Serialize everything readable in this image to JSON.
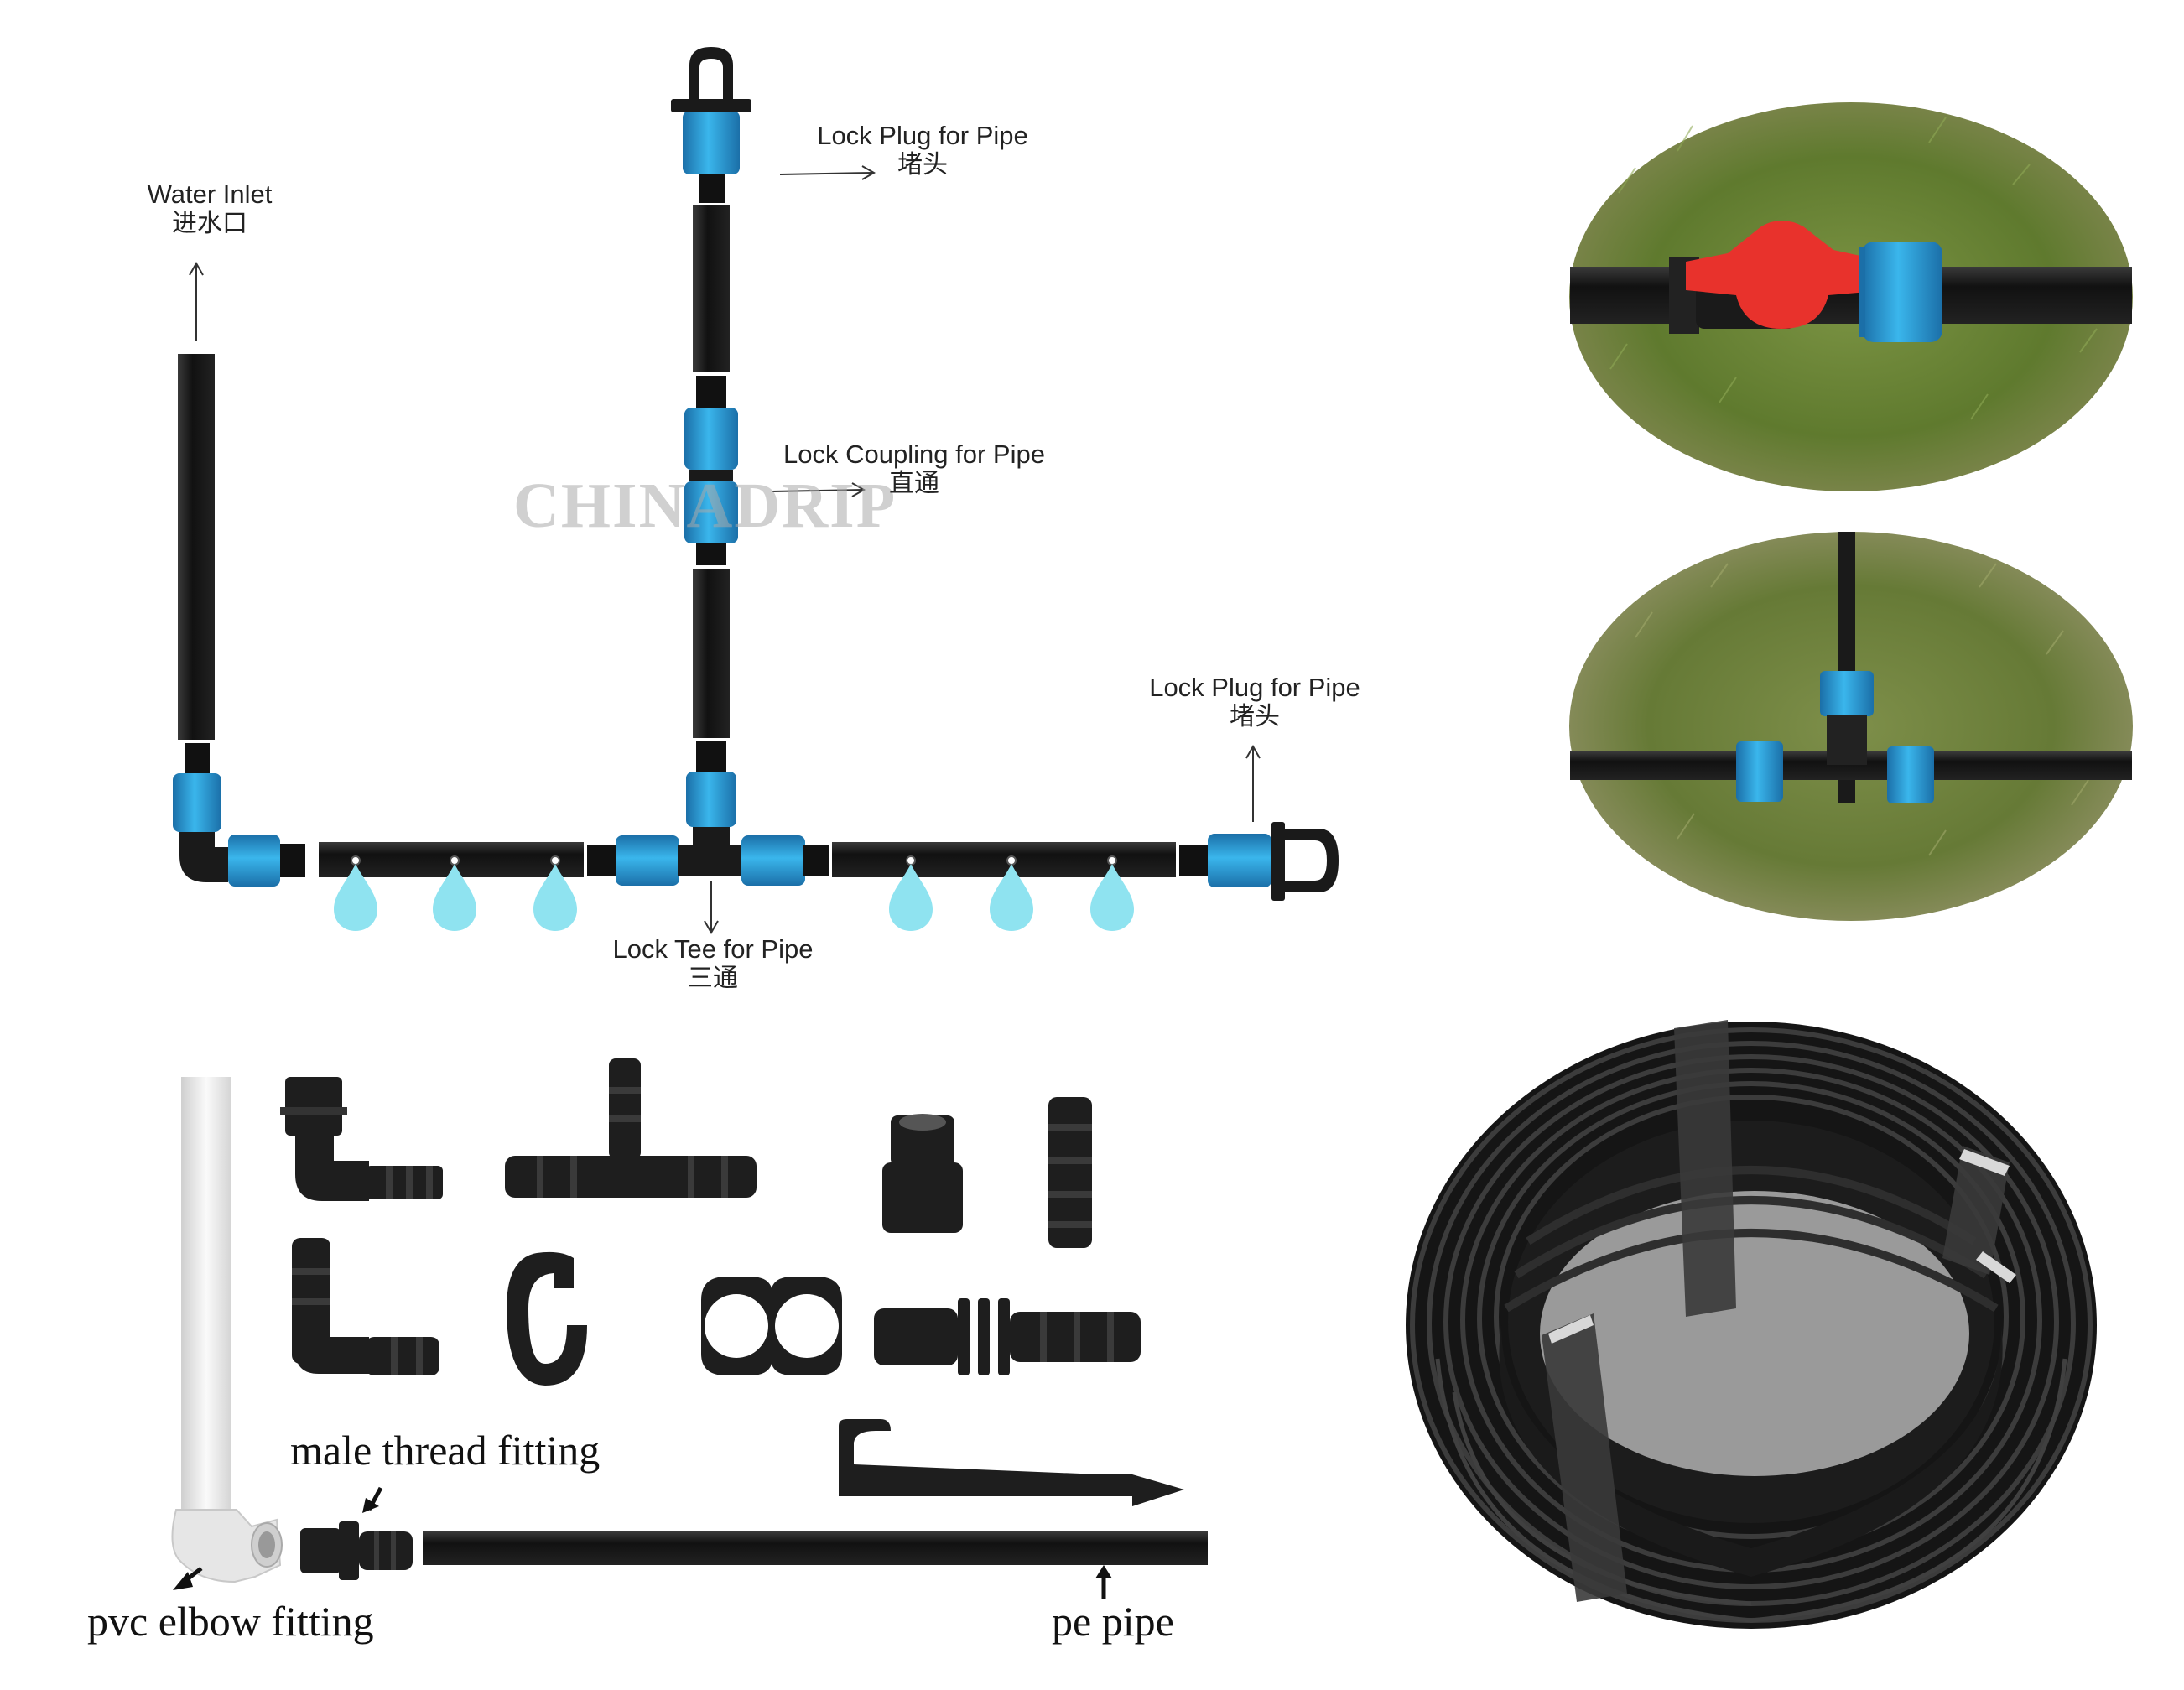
{
  "watermark": "CHINADRIP",
  "labels": {
    "water_inlet": {
      "en": "Water Inlet",
      "cn": "进水口"
    },
    "lock_plug_top": {
      "en": "Lock Plug for Pipe",
      "cn": "堵头"
    },
    "lock_coupling": {
      "en": "Lock Coupling for Pipe",
      "cn": "直通"
    },
    "lock_plug_right": {
      "en": "Lock Plug for Pipe",
      "cn": "堵头"
    },
    "lock_tee": {
      "en": "Lock Tee for Pipe",
      "cn": "三通"
    }
  },
  "bottom_labels": {
    "male_thread": "male thread fitting",
    "pvc_elbow": "pvc elbow fitting",
    "pe_pipe": "pe pipe"
  },
  "colors": {
    "pipe": "#1c1c1c",
    "fitting_blue": "#2a9fd8",
    "drip": "#8fe3f0",
    "grass": "#6f8a3a",
    "valve_red": "#e8322c",
    "pvc_white": "#e6e6e6"
  }
}
